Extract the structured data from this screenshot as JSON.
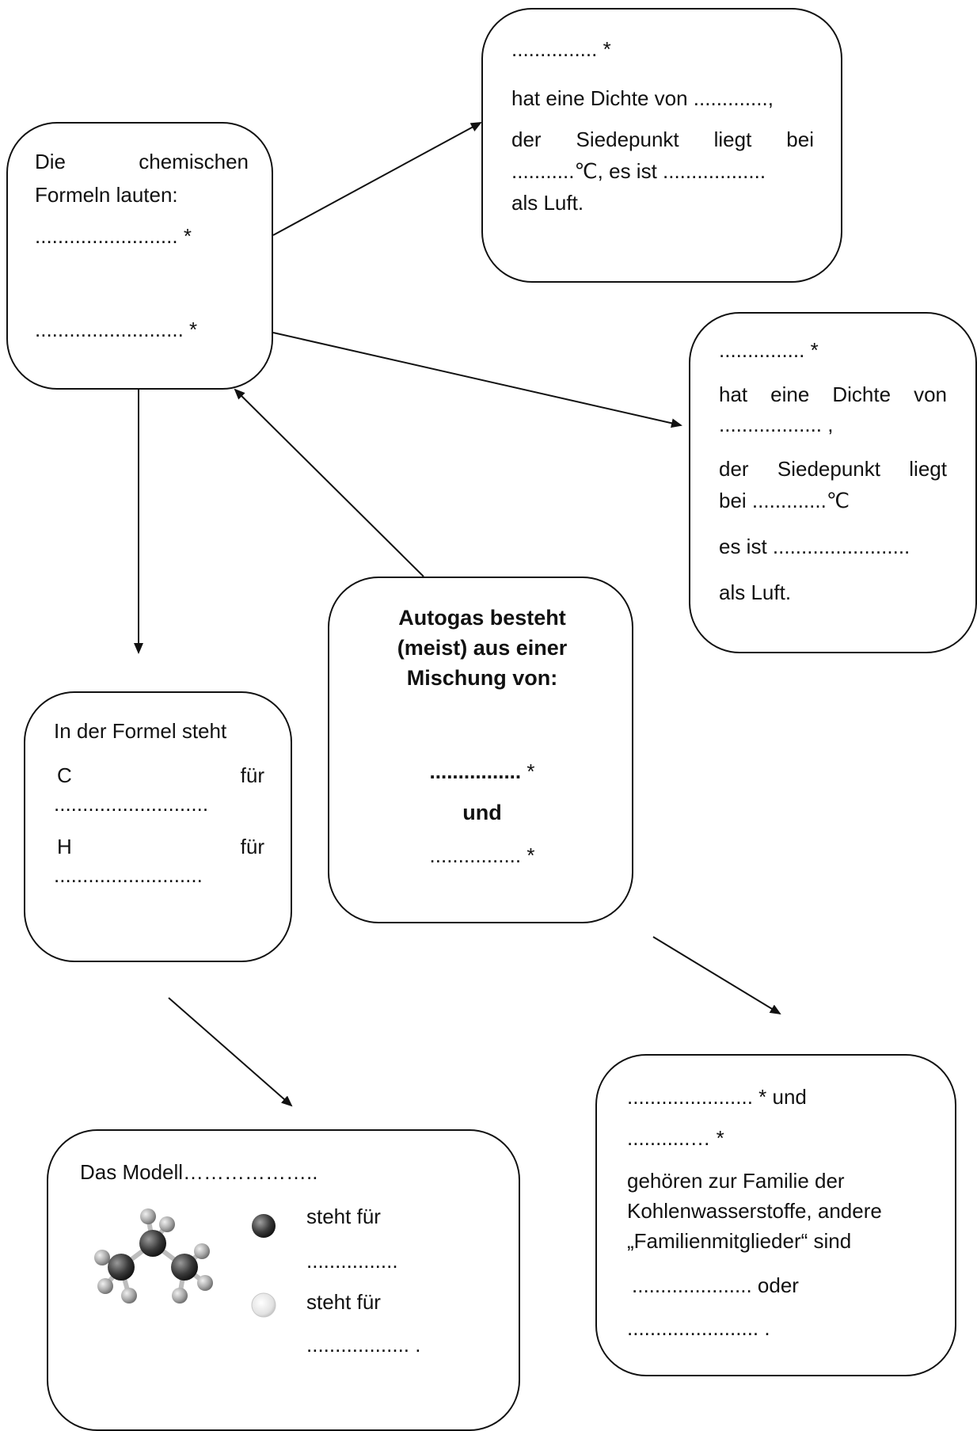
{
  "formulas_box": {
    "line1": "Die",
    "line1b": "chemischen",
    "line2": "Formeln lauten:",
    "blank1": "......................... *",
    "blank2": ".......................... *"
  },
  "top_right_box": {
    "blank": "............... *",
    "density": "hat eine Dichte von .............,",
    "boil_a": "der",
    "boil_b": "Siedepunkt",
    "boil_c": "liegt",
    "boil_d": "bei",
    "boil_line2": "...........℃, es ist ..................",
    "air": "als Luft."
  },
  "right_box": {
    "blank": "............... *",
    "density_a": "hat",
    "density_b": "eine",
    "density_c": "Dichte",
    "density_d": "von",
    "density_line2": ".................. ,",
    "boil_a": "der",
    "boil_b": "Siedepunkt",
    "boil_c": "liegt",
    "boil_line2": "bei .............℃",
    "es_ist": "es ist ........................",
    "air": "als Luft."
  },
  "center_box": {
    "title1": "Autogas besteht",
    "title2": "(meist) aus einer",
    "title3": "Mischung von:",
    "blank1": "................",
    "star1": "*",
    "und": "und",
    "blank2": "................ *"
  },
  "formel_box": {
    "title": "In der Formel steht",
    "c": "C",
    "fuer1": "für",
    "c_blank": "...........................",
    "h": "H",
    "fuer2": "für",
    "h_blank": ".........................."
  },
  "modell_box": {
    "title": "Das Modell………………..",
    "dark_label": "steht für",
    "dark_blank": "................",
    "light_label": "steht für",
    "light_blank": ".................. ."
  },
  "family_box": {
    "line1": "...................... * und",
    "line2": "...........… *",
    "line3": "gehören zur Familie der",
    "line4": "Kohlenwasserstoffe, andere",
    "line5": "„Familienmitglieder“ sind",
    "line6": "..................... oder",
    "line7": "....................... ."
  }
}
